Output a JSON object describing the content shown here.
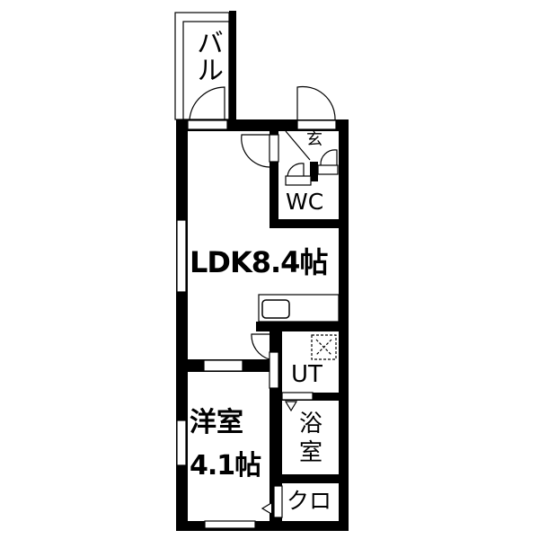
{
  "floor_plan": {
    "rooms": {
      "balcony": {
        "label": "バル"
      },
      "entrance": {
        "label": "玄"
      },
      "wc": {
        "label": "WC"
      },
      "ldk": {
        "label": "LDK8.4帖",
        "name": "LDK",
        "size": "8.4帖"
      },
      "utility": {
        "label": "UT"
      },
      "bath": {
        "label_line1": "浴",
        "label_line2": "室"
      },
      "western_room": {
        "label_line1": "洋室",
        "label_line2": "4.1帖"
      },
      "closet": {
        "label": "クロ"
      }
    },
    "colors": {
      "wall": "#000000",
      "background": "#ffffff"
    }
  }
}
